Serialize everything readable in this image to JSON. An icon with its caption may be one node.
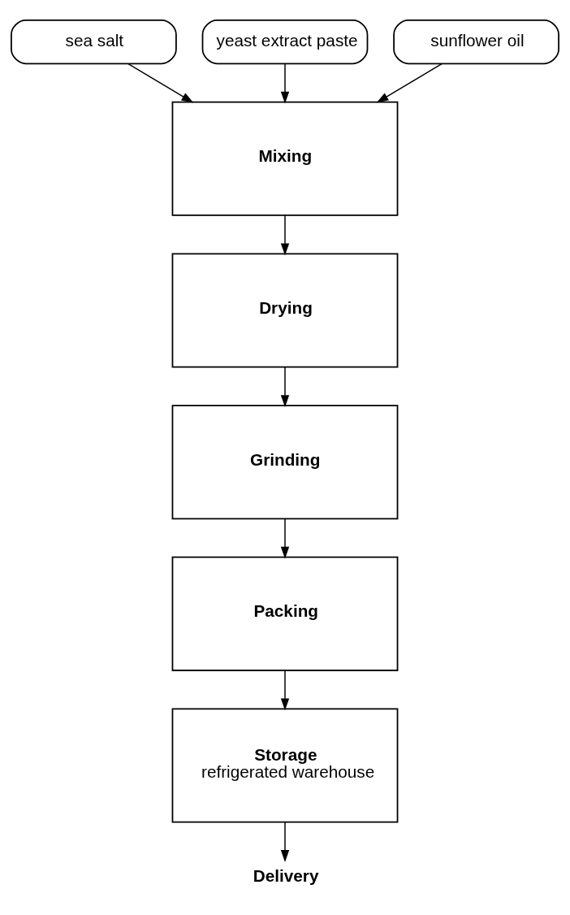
{
  "diagram": {
    "nodes": [
      {
        "text": [
          "Mixing"
        ]
      },
      {
        "text": [
          "Drying"
        ]
      },
      {
        "text": [
          "Grinding"
        ]
      },
      {
        "text": [
          "Packing"
        ]
      },
      {
        "text": [
          "Storage",
          "refrigerated warehouse"
        ]
      },
      {
        "text": [
          "Delivery"
        ]
      },
      {
        "text": [
          "sea salt"
        ]
      },
      {
        "text": [
          "yeast extract paste"
        ]
      },
      {
        "text": [
          "sunflower oil"
        ]
      }
    ],
    "edges": [
      {
        "from": 6,
        "to": 0,
        "arrow": "to"
      },
      {
        "from": 7,
        "to": 0,
        "arrow": "to"
      },
      {
        "from": 8,
        "to": 0,
        "arrow": "to"
      },
      {
        "from": 0,
        "to": 1,
        "arrow": "to"
      },
      {
        "from": 1,
        "to": 2,
        "arrow": "to"
      },
      {
        "from": 2,
        "to": 3,
        "arrow": "to"
      },
      {
        "from": 3,
        "to": 4,
        "arrow": "to"
      },
      {
        "from": 4,
        "to": 5,
        "arrow": "to"
      }
    ]
  }
}
